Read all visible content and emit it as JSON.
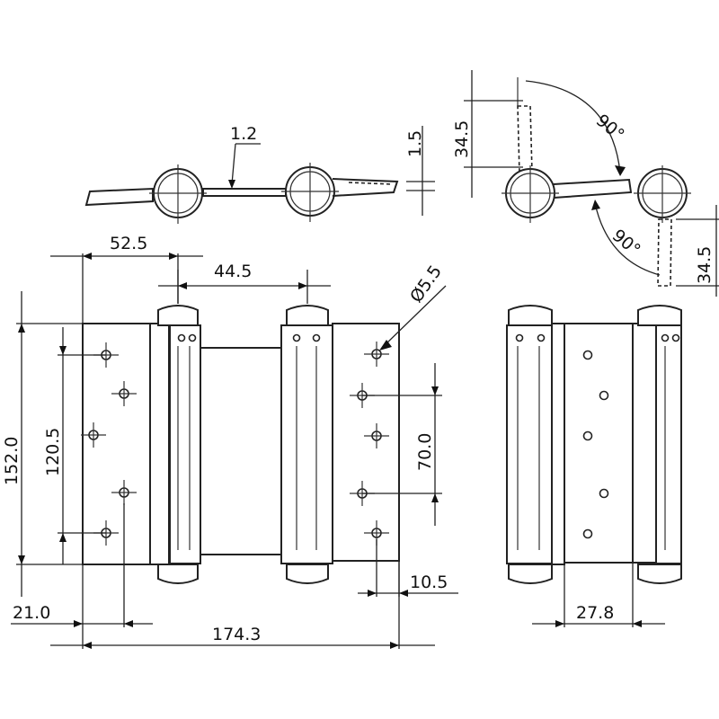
{
  "dimensions": {
    "top_thickness": "1.2",
    "top_plate_thickness": "1.5",
    "side_offset_upper": "34.5",
    "side_offset_lower": "34.5",
    "angle_upper": "90°",
    "angle_lower": "90°",
    "width_left_leaf": "52.5",
    "pin_spacing": "44.5",
    "hole_diameter": "Ø5.5",
    "total_height": "152.0",
    "hole_span": "120.5",
    "hole_pitch": "70.0",
    "edge_offset": "10.5",
    "left_offset": "21.0",
    "total_width": "174.3",
    "side_width": "27.8"
  },
  "colors": {
    "line": "#222222",
    "background": "#ffffff"
  }
}
